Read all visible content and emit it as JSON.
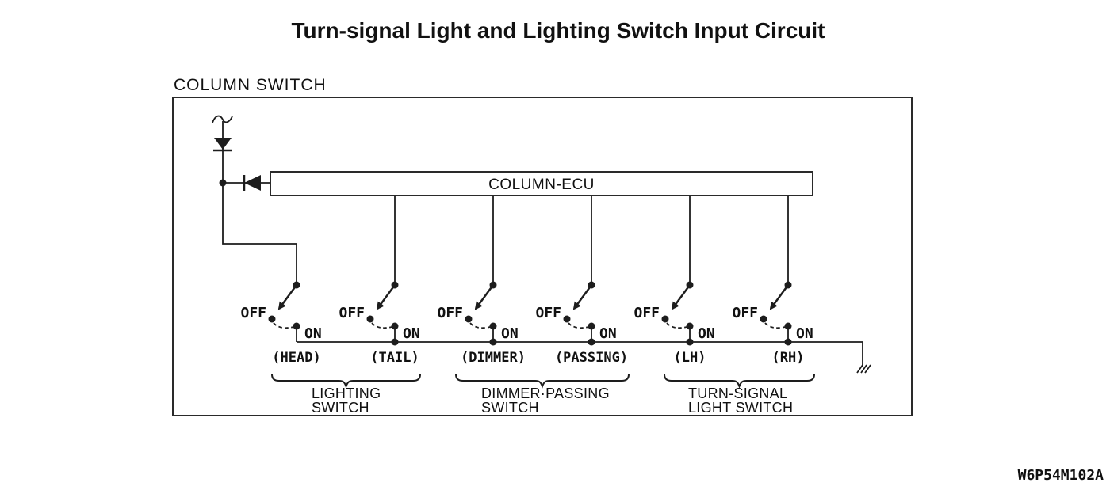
{
  "page": {
    "title": "Turn-signal Light and Lighting Switch Input Circuit",
    "figure_code": "W6P54M102A",
    "background_color": "#ffffff"
  },
  "colors": {
    "line": "#1d1d1d",
    "text": "#111111"
  },
  "diagram": {
    "container_label": "COLUMN SWITCH",
    "ecu_label": "COLUMN-ECU",
    "symbols": [
      "wire-continuation-squiggle",
      "diode-down",
      "diode-left",
      "junction-dot",
      "chassis-ground"
    ],
    "switches": [
      {
        "name": "(HEAD)",
        "off_label": "OFF",
        "on_label": "ON"
      },
      {
        "name": "(TAIL)",
        "off_label": "OFF",
        "on_label": "ON"
      },
      {
        "name": "(DIMMER)",
        "off_label": "OFF",
        "on_label": "ON"
      },
      {
        "name": "(PASSING)",
        "off_label": "OFF",
        "on_label": "ON"
      },
      {
        "name": "(LH)",
        "off_label": "OFF",
        "on_label": "ON"
      },
      {
        "name": "(RH)",
        "off_label": "OFF",
        "on_label": "ON"
      }
    ],
    "groups": [
      {
        "label_line1": "LIGHTING",
        "label_line2": "SWITCH"
      },
      {
        "label_line1": "DIMMER·PASSING",
        "label_line2": "SWITCH"
      },
      {
        "label_line1": "TURN-SIGNAL",
        "label_line2": "LIGHT SWITCH"
      }
    ]
  }
}
